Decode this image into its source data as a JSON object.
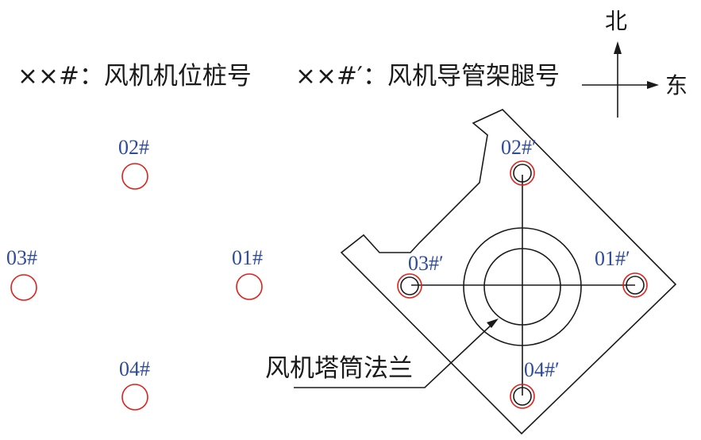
{
  "legend": {
    "pile_label": "××#：风机机位桩号",
    "leg_label": "××#′：风机导管架腿号"
  },
  "compass": {
    "north": "北",
    "east": "东"
  },
  "piles": {
    "p01": "01#",
    "p02": "02#",
    "p03": "03#",
    "p04": "04#"
  },
  "legs": {
    "l01": "01#′",
    "l02": "02#′",
    "l03": "03#′",
    "l04": "04#′"
  },
  "flange_label": "风机塔筒法兰",
  "colors": {
    "pile_ring": "#e0201a",
    "label_blue": "#2f4b9c",
    "line": "#1a1a1a"
  }
}
